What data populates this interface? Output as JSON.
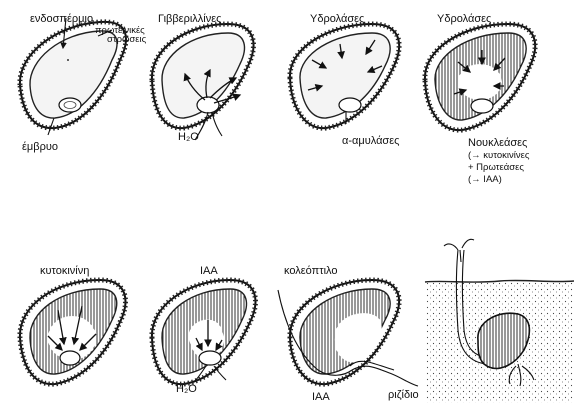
{
  "labels": {
    "endosperm": "ενδοσπέρμιο",
    "protein_layers_1": "πρωτεϊνικές",
    "protein_layers_2": "στρώσεις",
    "embryo": "έμβρυο",
    "gibberellins": "Γιββεριλλίνες",
    "water_1": "H₂O",
    "hydrolases_1": "Υδρολάσες",
    "alpha_amylases": "α-αμυλάσες",
    "hydrolases_2": "Υδρολάσες",
    "nucleases_1": "Νουκλεάσες",
    "nucleases_2": "(→ κυτοκινίνες",
    "nucleases_3": "+ Πρωτεάσες",
    "nucleases_4": "(→ IAA)",
    "cytokinin": "κυτοκινίνη",
    "iaa_1": "IAA",
    "water_2": "H₂O",
    "coleoptile": "κολεόπτιλο",
    "iaa_2": "IAA",
    "radicle": "ριζίδιο"
  }
}
